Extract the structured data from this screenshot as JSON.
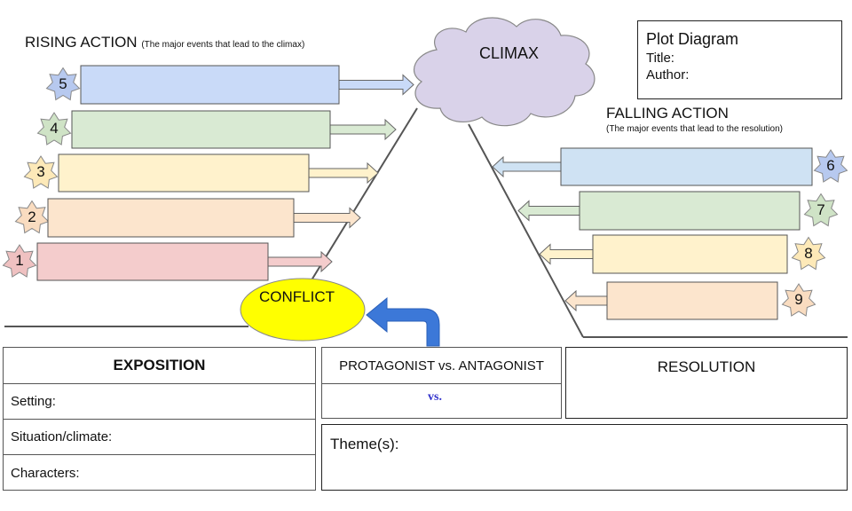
{
  "rising": {
    "title": "RISING ACTION",
    "subtitle": "(The major events that lead to the climax)",
    "items": [
      {
        "num": "5",
        "color": "#c9daf8",
        "star": "#b7c9ef"
      },
      {
        "num": "4",
        "color": "#d9ead3",
        "star": "#cfe3c6"
      },
      {
        "num": "3",
        "color": "#fff2cc",
        "star": "#fde9b8"
      },
      {
        "num": "2",
        "color": "#fce5cd",
        "star": "#f9dcc0"
      },
      {
        "num": "1",
        "color": "#f4cccc",
        "star": "#efc1c1"
      }
    ]
  },
  "falling": {
    "title": "FALLING ACTION",
    "subtitle": "(The major events that lead to the resolution)",
    "items": [
      {
        "num": "6",
        "color": "#cfe2f3",
        "star": "#b7c9ef"
      },
      {
        "num": "7",
        "color": "#d9ead3",
        "star": "#cfe3c6"
      },
      {
        "num": "8",
        "color": "#fff2cc",
        "star": "#fde9b8"
      },
      {
        "num": "9",
        "color": "#fce5cd",
        "star": "#f9dcc0"
      }
    ]
  },
  "climax": {
    "label": "CLIMAX",
    "color": "#d9d2e9"
  },
  "conflict": {
    "label": "CONFLICT",
    "color": "#ffff00"
  },
  "plot_box": {
    "title": "Plot Diagram",
    "title_label": "Title:",
    "author_label": "Author:"
  },
  "exposition": {
    "title": "EXPOSITION",
    "setting": "Setting:",
    "situation": "Situation/climate:",
    "characters": "Characters:"
  },
  "protagonist": {
    "header": "PROTAGONIST vs. ANTAGONIST",
    "vs": "vs."
  },
  "resolution": {
    "title": "RESOLUTION"
  },
  "theme": {
    "label": "Theme(s):"
  },
  "colors": {
    "arrow_blue": "#3c78d8",
    "vs_red": "#ff0000",
    "vs_text": "#3333cc",
    "line": "#555555"
  }
}
